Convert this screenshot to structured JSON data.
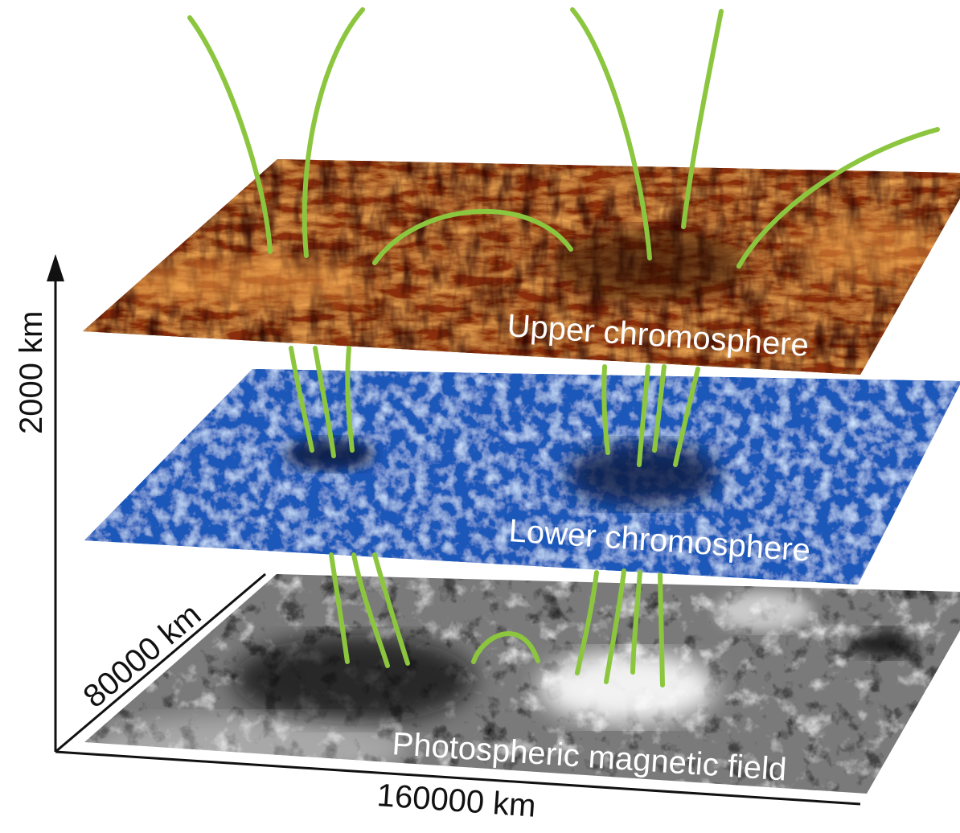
{
  "layers": {
    "upper": {
      "label": "Upper chromosphere",
      "colors": {
        "base": "#6e2308",
        "mid": "#b8470f",
        "bright": "#f2a04a",
        "dark": "#2a0b04"
      }
    },
    "lower": {
      "label": "Lower chromosphere",
      "colors": {
        "base": "#1c57b8",
        "mid": "#3f86d6",
        "bright": "#cfe6ff",
        "dark": "#0a1c44"
      }
    },
    "photosphere": {
      "label": "Photospheric magnetic field",
      "colors": {
        "base": "#7c7c7c",
        "bright": "#ffffff",
        "dark": "#111111"
      }
    }
  },
  "axes": {
    "vertical": "2000 km",
    "depth": "80000 km",
    "horizontal": "160000 km"
  },
  "colors": {
    "field_line": "#8cc63f",
    "axis": "#111111"
  }
}
